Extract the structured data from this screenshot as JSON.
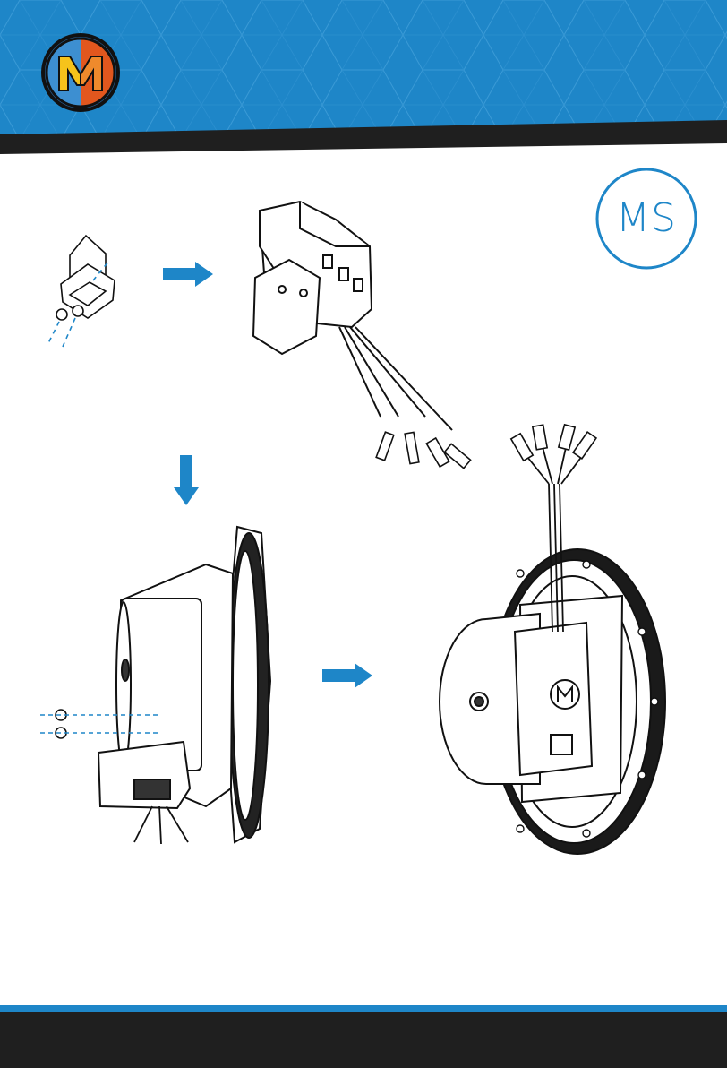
{
  "brand": {
    "logo_letter": "M",
    "badge_text": "MS",
    "accent_color": "#1e86c8",
    "dark_color": "#1f1f1f"
  },
  "icons": {
    "logo": "brand-m-logo",
    "badge": "ms-circle-badge",
    "arrows": [
      "arrow-right",
      "arrow-down",
      "arrow-right"
    ]
  },
  "steps": [
    {
      "figure": "bracket-with-screws"
    },
    {
      "figure": "crossover-with-bracket"
    },
    {
      "figure": "speaker-side-view-mounting"
    },
    {
      "figure": "speaker-rear-view-assembled"
    }
  ]
}
